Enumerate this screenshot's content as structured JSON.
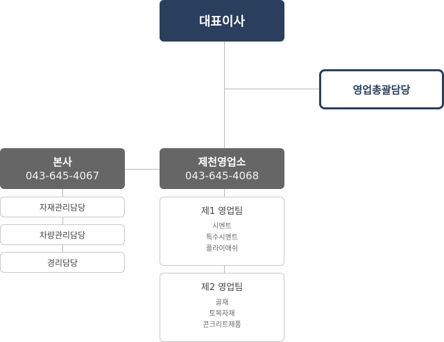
{
  "ceo": {
    "label": "대표이사"
  },
  "sales_head": {
    "label": "영업총괄담당"
  },
  "headquarters": {
    "title": "본사",
    "phone": "043-645-4067",
    "departments": [
      "자재관리담당",
      "차량관리담당",
      "경리담당"
    ]
  },
  "jecheon_office": {
    "title": "제천영업소",
    "phone": "043-645-4068",
    "teams": [
      {
        "title": "제1 영업팀",
        "items": [
          "시멘트",
          "특수시멘트",
          "플라이애쉬"
        ]
      },
      {
        "title": "제2 영업팀",
        "items": [
          "골재",
          "토목자재",
          "콘크리트제품"
        ]
      }
    ]
  },
  "colors": {
    "navy": "#2a3f5e",
    "branch_gray": "#666666",
    "line_gray": "#b8b8b8",
    "border_gray": "#c8c8c8"
  }
}
